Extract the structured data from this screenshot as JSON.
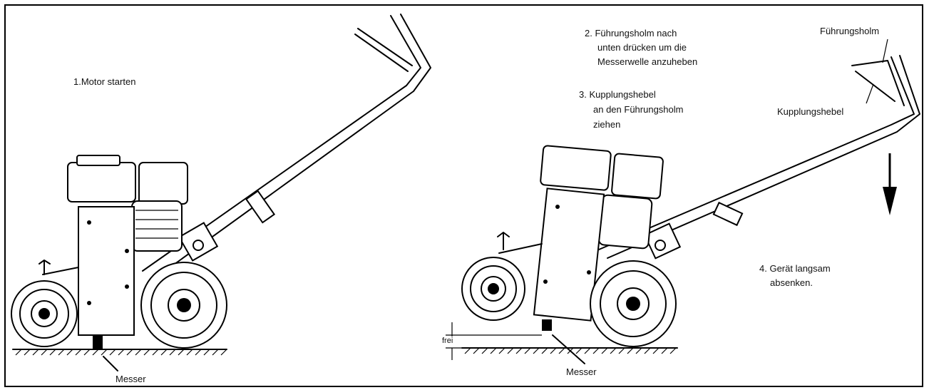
{
  "left_panel": {
    "step1": "1.Motor starten",
    "blade_label": "Messer"
  },
  "right_panel": {
    "step2": [
      "2. Führungsholm nach",
      "unten drücken um die",
      "Messerwelle anzuheben"
    ],
    "step3": [
      "3. Kupplungshebel",
      "an den Führungsholm",
      "ziehen"
    ],
    "step4": [
      "4. Gerät langsam",
      "absenken."
    ],
    "handle_label": "Führungsholm",
    "lever_label": "Kupplungshebel",
    "clearance_label": "frei",
    "blade_label": "Messer"
  }
}
